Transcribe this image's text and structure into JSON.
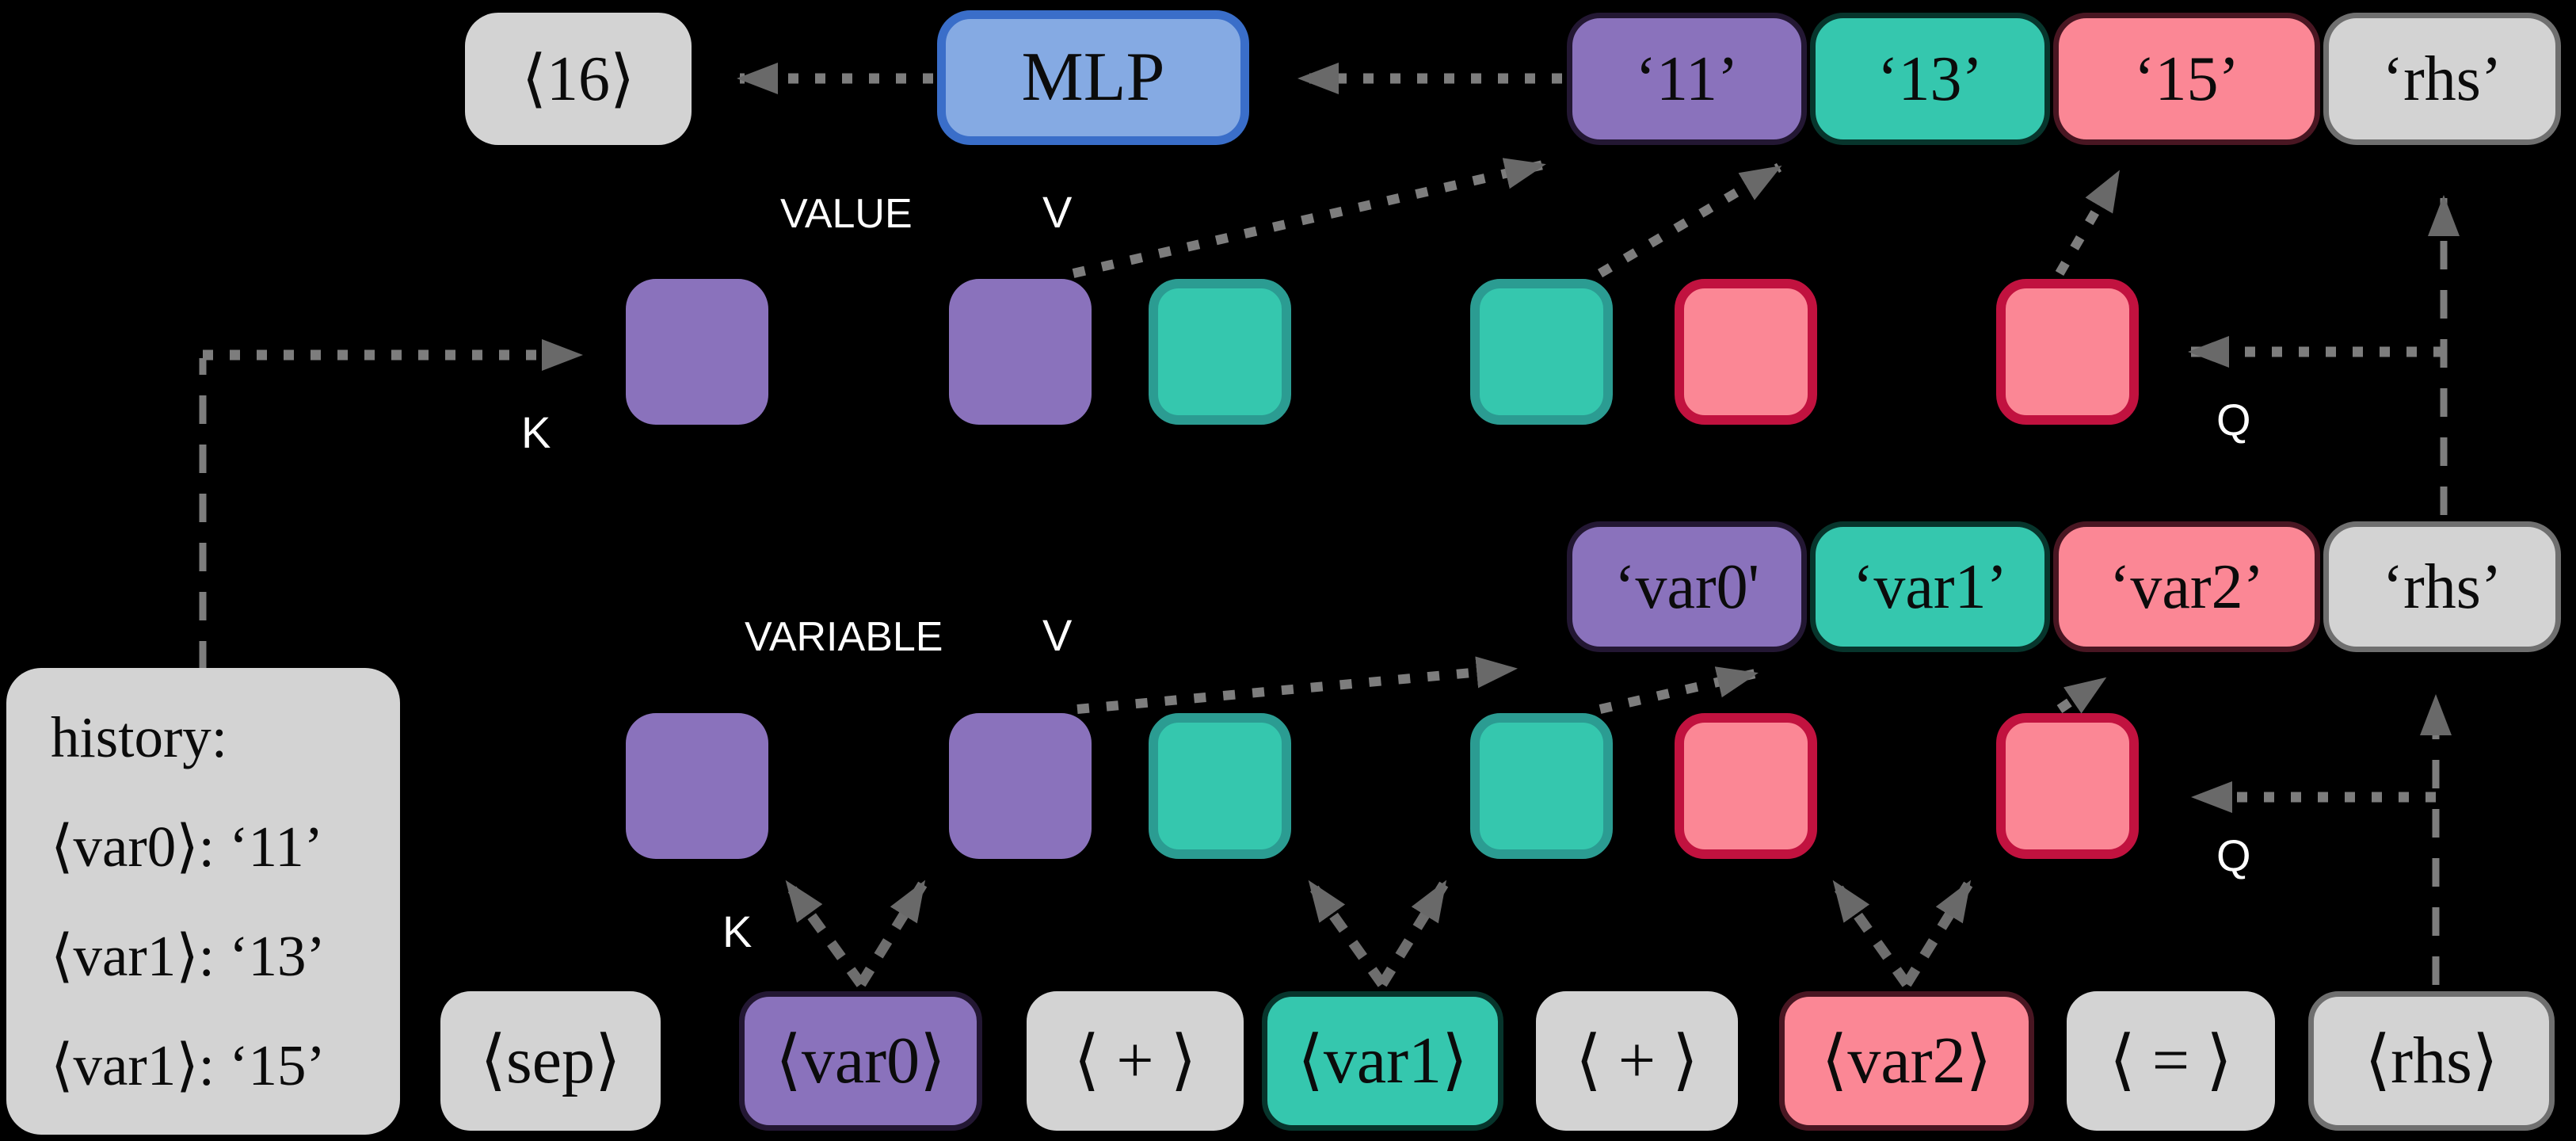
{
  "colors": {
    "background": "#000000",
    "gray_box": "#d3d3d3",
    "purple": "#8a72bc",
    "teal": "#35c7ae",
    "pink": "#fb8795",
    "mlp_fill": "#85aae3",
    "mlp_border": "#3a6ec9",
    "teal_square_border": "#2b9c92",
    "pink_square_border": "#c1123f",
    "arrow_gray": "#7d7d7d",
    "label_white": "#ffffff"
  },
  "top_row": {
    "output_token": "⟨16⟩",
    "mlp_label": "MLP",
    "value_outputs": [
      {
        "text": "‘11’",
        "color": "#8a72bc"
      },
      {
        "text": "‘13’",
        "color": "#35c7ae"
      },
      {
        "text": "‘15’",
        "color": "#fb8795"
      },
      {
        "text": "‘rhs’",
        "color": "#d3d3d3"
      }
    ]
  },
  "value_head": {
    "label": "VALUE",
    "v_label": "V",
    "k_label": "K",
    "q_label": "Q"
  },
  "variable_head": {
    "label": "VARIABLE",
    "v_label": "V",
    "k_label": "K",
    "q_label": "Q"
  },
  "variable_outputs": [
    {
      "text": "‘var0'",
      "color": "#8a72bc"
    },
    {
      "text": "‘var1’",
      "color": "#35c7ae"
    },
    {
      "text": "‘var2’",
      "color": "#fb8795"
    },
    {
      "text": "‘rhs’",
      "color": "#d3d3d3"
    }
  ],
  "history_panel": {
    "lines": [
      "history:",
      "⟨var0⟩: ‘11’",
      "⟨var1⟩: ‘13’",
      "⟨var1⟩: ‘15’"
    ]
  },
  "input_tokens": [
    {
      "text": "⟨sep⟩",
      "color": "#d3d3d3"
    },
    {
      "text": "⟨var0⟩",
      "color": "#8a72bc"
    },
    {
      "text": "⟨ + ⟩",
      "color": "#d3d3d3"
    },
    {
      "text": "⟨var1⟩",
      "color": "#35c7ae"
    },
    {
      "text": "⟨ + ⟩",
      "color": "#d3d3d3"
    },
    {
      "text": "⟨var2⟩",
      "color": "#fb8795"
    },
    {
      "text": "⟨ = ⟩",
      "color": "#d3d3d3"
    },
    {
      "text": "⟨rhs⟩",
      "color": "#d3d3d3"
    }
  ]
}
